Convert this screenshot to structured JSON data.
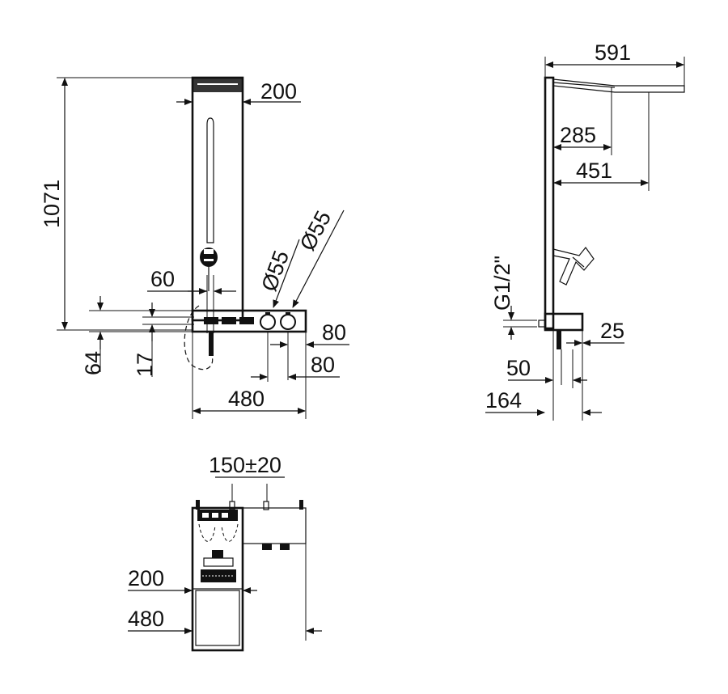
{
  "front_view": {
    "height": "1071",
    "top_width": "200",
    "diameter_1": "Ø55",
    "diameter_2": "Ø55",
    "offset_60": "60",
    "dim_64": "64",
    "dim_17": "17",
    "dim_80_a": "80",
    "dim_80_b": "80",
    "width_480": "480"
  },
  "side_view": {
    "reach_591": "591",
    "dim_285": "285",
    "dim_451": "451",
    "thread": "G1/2\"",
    "dim_25": "25",
    "dim_50": "50",
    "dim_164": "164"
  },
  "top_view": {
    "spacing": "150±20",
    "width_200": "200",
    "width_480": "480"
  }
}
